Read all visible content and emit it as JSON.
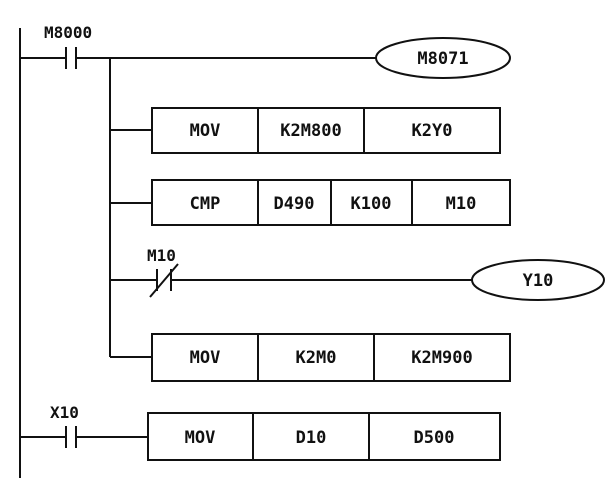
{
  "rung1": {
    "contact_label": "M8000",
    "coil_label": "M8071",
    "instr1": [
      "MOV",
      "K2M800",
      "K2Y0"
    ],
    "instr2": [
      "CMP",
      "D490",
      "K100",
      "M10"
    ],
    "nc_contact_label": "M10",
    "coil2_label": "Y10",
    "instr3": [
      "MOV",
      "K2M0",
      "K2M900"
    ]
  },
  "rung2": {
    "contact_label": "X10",
    "instr1": [
      "MOV",
      "D10",
      "D500"
    ]
  }
}
